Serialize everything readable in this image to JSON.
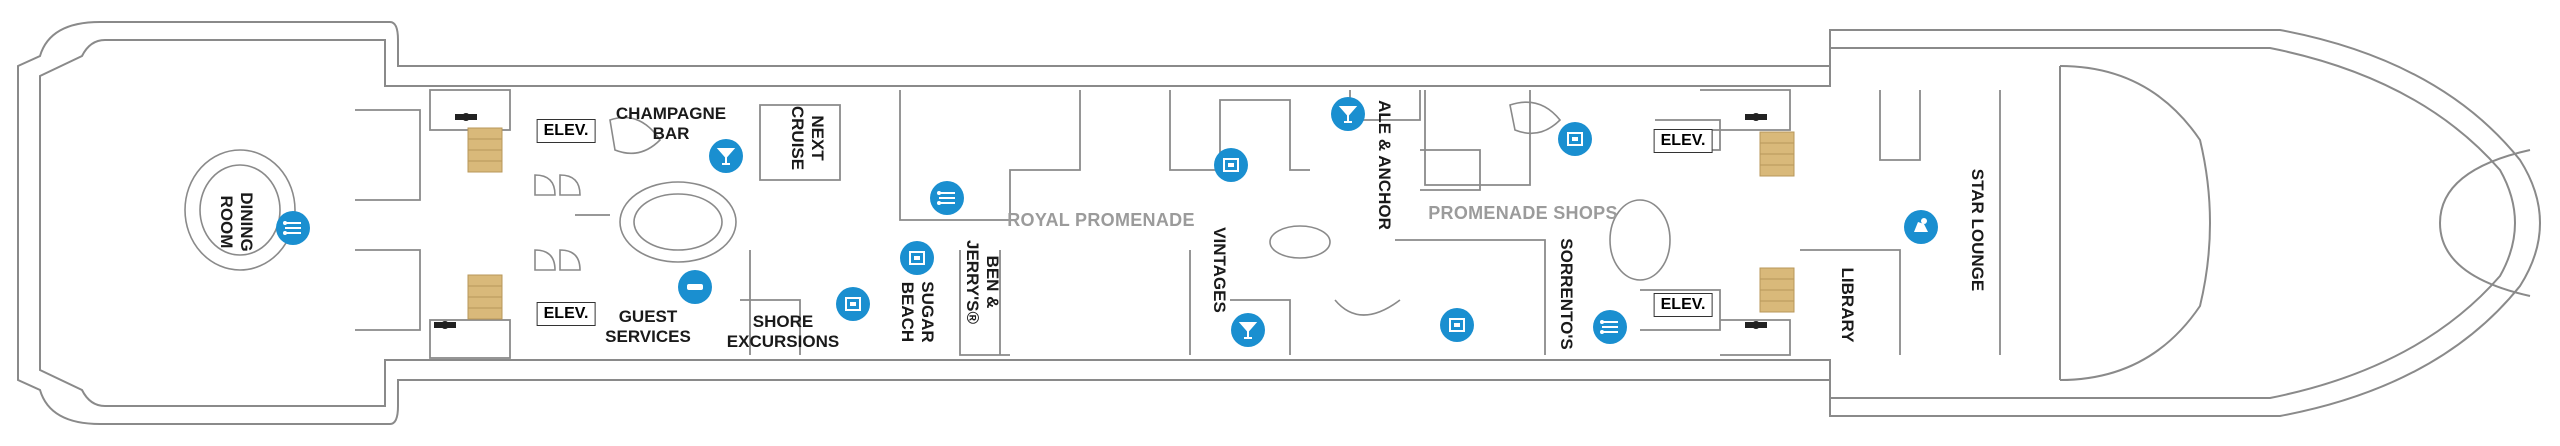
{
  "map": {
    "labels": {
      "dining_room": "DINING\nROOM",
      "elev_1": "ELEV.",
      "elev_2": "ELEV.",
      "elev_3": "ELEV.",
      "elev_4": "ELEV.",
      "champagne_bar": "CHAMPAGNE\nBAR",
      "next_cruise": "NEXT\nCRUISE",
      "guest_services": "GUEST\nSERVICES",
      "shore_excursions": "SHORE\nEXCURSIONS",
      "sugar_beach": "SUGAR\nBEACH",
      "ben_jerrys": "BEN &\nJERRY'S®",
      "royal_promenade": "ROYAL PROMENADE",
      "vintages": "VINTAGES",
      "ale_anchor": "ALE & ANCHOR",
      "promenade_shops": "PROMENADE SHOPS",
      "sorrentos": "SORRENTO'S",
      "library": "LIBRARY",
      "star_lounge": "STAR LOUNGE"
    },
    "icons": [
      {
        "name": "dining-icon",
        "type": "dining"
      },
      {
        "name": "bar-icon",
        "type": "bar"
      },
      {
        "name": "dining-icon",
        "type": "dining"
      },
      {
        "name": "info-icon",
        "type": "info"
      },
      {
        "name": "shop-icon",
        "type": "shop"
      },
      {
        "name": "shop-icon",
        "type": "shop"
      },
      {
        "name": "shop-icon",
        "type": "shop"
      },
      {
        "name": "bar-icon",
        "type": "bar"
      },
      {
        "name": "bar-icon",
        "type": "bar"
      },
      {
        "name": "shop-icon",
        "type": "shop"
      },
      {
        "name": "shop-icon",
        "type": "shop"
      },
      {
        "name": "dining-icon",
        "type": "dining"
      },
      {
        "name": "lounge-icon",
        "type": "lounge"
      }
    ],
    "colors": {
      "icon": "#1a8fd0",
      "stairs": "#d9b97a",
      "outline": "#555555",
      "grey_label": "#9b9b9b"
    }
  }
}
